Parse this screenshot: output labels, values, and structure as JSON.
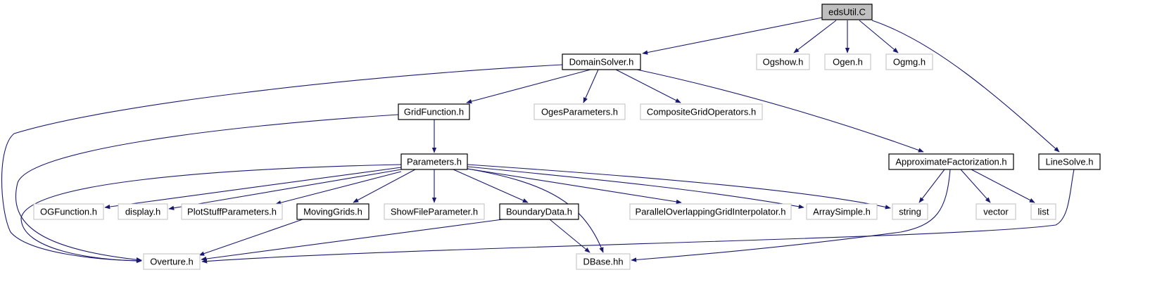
{
  "graph": {
    "nodes": [
      {
        "id": "edsUtil",
        "label": "edsUtil.C",
        "style": "root"
      },
      {
        "id": "DomainSolver",
        "label": "DomainSolver.h",
        "style": "doc"
      },
      {
        "id": "Ogshow",
        "label": "Ogshow.h",
        "style": "nodoc"
      },
      {
        "id": "Ogen",
        "label": "Ogen.h",
        "style": "nodoc"
      },
      {
        "id": "Ogmg",
        "label": "Ogmg.h",
        "style": "nodoc"
      },
      {
        "id": "LineSolve",
        "label": "LineSolve.h",
        "style": "doc"
      },
      {
        "id": "GridFunction",
        "label": "GridFunction.h",
        "style": "doc"
      },
      {
        "id": "OgesParameters",
        "label": "OgesParameters.h",
        "style": "nodoc"
      },
      {
        "id": "CompositeGridOperators",
        "label": "CompositeGridOperators.h",
        "style": "nodoc"
      },
      {
        "id": "ApproximateFactorization",
        "label": "ApproximateFactorization.h",
        "style": "doc"
      },
      {
        "id": "Parameters",
        "label": "Parameters.h",
        "style": "doc"
      },
      {
        "id": "OGFunction",
        "label": "OGFunction.h",
        "style": "nodoc"
      },
      {
        "id": "display",
        "label": "display.h",
        "style": "nodoc"
      },
      {
        "id": "PlotStuffParameters",
        "label": "PlotStuffParameters.h",
        "style": "nodoc"
      },
      {
        "id": "MovingGrids",
        "label": "MovingGrids.h",
        "style": "doc"
      },
      {
        "id": "ShowFileParameter",
        "label": "ShowFileParameter.h",
        "style": "nodoc"
      },
      {
        "id": "BoundaryData",
        "label": "BoundaryData.h",
        "style": "doc"
      },
      {
        "id": "ParallelOverlappingGridInterpolator",
        "label": "ParallelOverlappingGridInterpolator.h",
        "style": "nodoc"
      },
      {
        "id": "ArraySimple",
        "label": "ArraySimple.h",
        "style": "nodoc"
      },
      {
        "id": "string",
        "label": "string",
        "style": "nodoc"
      },
      {
        "id": "vector",
        "label": "vector",
        "style": "nodoc"
      },
      {
        "id": "list",
        "label": "list",
        "style": "nodoc"
      },
      {
        "id": "Overture",
        "label": "Overture.h",
        "style": "nodoc"
      },
      {
        "id": "DBase",
        "label": "DBase.hh",
        "style": "nodoc"
      }
    ],
    "edges": [
      {
        "from": "edsUtil",
        "to": "DomainSolver"
      },
      {
        "from": "edsUtil",
        "to": "Ogshow"
      },
      {
        "from": "edsUtil",
        "to": "Ogen"
      },
      {
        "from": "edsUtil",
        "to": "Ogmg"
      },
      {
        "from": "edsUtil",
        "to": "LineSolve"
      },
      {
        "from": "DomainSolver",
        "to": "GridFunction"
      },
      {
        "from": "DomainSolver",
        "to": "OgesParameters"
      },
      {
        "from": "DomainSolver",
        "to": "CompositeGridOperators"
      },
      {
        "from": "DomainSolver",
        "to": "ApproximateFactorization"
      },
      {
        "from": "DomainSolver",
        "to": "Overture"
      },
      {
        "from": "GridFunction",
        "to": "Parameters"
      },
      {
        "from": "GridFunction",
        "to": "Overture"
      },
      {
        "from": "Parameters",
        "to": "OGFunction"
      },
      {
        "from": "Parameters",
        "to": "display"
      },
      {
        "from": "Parameters",
        "to": "PlotStuffParameters"
      },
      {
        "from": "Parameters",
        "to": "MovingGrids"
      },
      {
        "from": "Parameters",
        "to": "ShowFileParameter"
      },
      {
        "from": "Parameters",
        "to": "BoundaryData"
      },
      {
        "from": "Parameters",
        "to": "ParallelOverlappingGridInterpolator"
      },
      {
        "from": "Parameters",
        "to": "ArraySimple"
      },
      {
        "from": "Parameters",
        "to": "string"
      },
      {
        "from": "Parameters",
        "to": "DBase"
      },
      {
        "from": "Parameters",
        "to": "Overture"
      },
      {
        "from": "MovingGrids",
        "to": "Overture"
      },
      {
        "from": "BoundaryData",
        "to": "Overture"
      },
      {
        "from": "BoundaryData",
        "to": "DBase"
      },
      {
        "from": "ApproximateFactorization",
        "to": "string"
      },
      {
        "from": "ApproximateFactorization",
        "to": "vector"
      },
      {
        "from": "ApproximateFactorization",
        "to": "list"
      },
      {
        "from": "ApproximateFactorization",
        "to": "DBase"
      },
      {
        "from": "LineSolve",
        "to": "Overture"
      }
    ]
  },
  "colors": {
    "edge": "#191970",
    "root_fill": "#bfbfbf",
    "documented_border": "#000000",
    "external_border": "#bfbfbf"
  }
}
